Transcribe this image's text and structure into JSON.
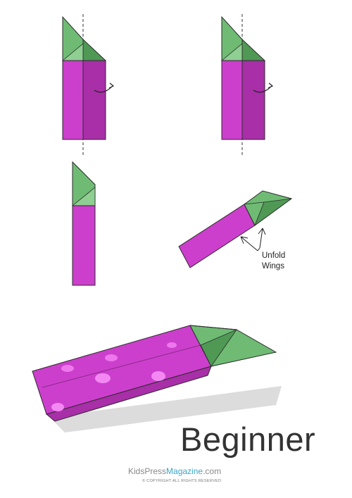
{
  "diagram": {
    "annotation_line1": "Unfold",
    "annotation_line2": "Wings",
    "level_label": "Beginner",
    "brand_part1": "KidsPress",
    "brand_part2": "Magazine",
    "brand_part3": ".com",
    "copyright": "© COPYRIGHT ALL RIGHTS RESERVED"
  },
  "colors": {
    "magenta": "#cc3fcc",
    "magenta_dark": "#a82fa8",
    "green": "#6fbb74",
    "green_dark": "#4f9955",
    "outline": "#2b2b2b"
  }
}
